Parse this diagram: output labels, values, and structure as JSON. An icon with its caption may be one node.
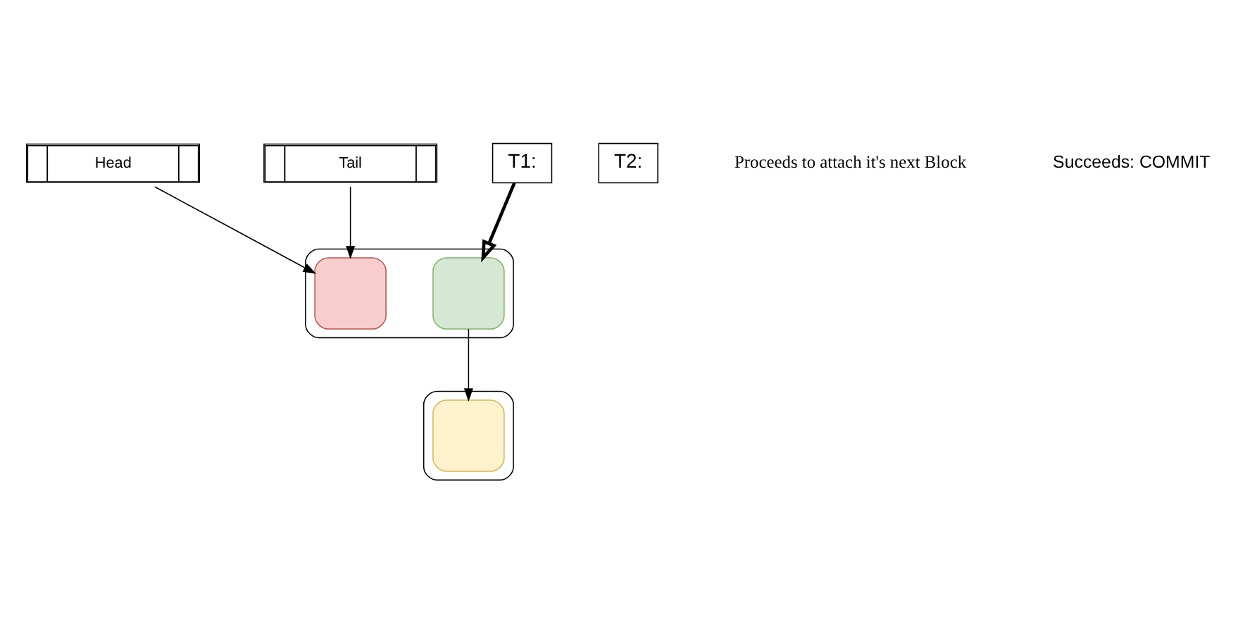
{
  "diagram": {
    "nodes": [
      {
        "text": [
          "Head"
        ]
      },
      {
        "text": [
          "Tail"
        ]
      },
      {
        "text": [
          "T1:"
        ]
      },
      {
        "text": [
          "T2:"
        ]
      },
      {
        "text": [],
        "shape": "box"
      },
      {
        "text": [],
        "shape": "box",
        "in": 4
      },
      {
        "text": [],
        "shape": "box",
        "in": 4
      },
      {
        "text": [],
        "shape": "box"
      },
      {
        "text": [],
        "shape": "box",
        "in": 7
      }
    ],
    "edges": [
      {
        "from": 0,
        "to": 5,
        "arrow": "to"
      },
      {
        "from": 1,
        "to": 5,
        "arrow": "to"
      },
      {
        "from": 2,
        "to": 6,
        "arrow": "to",
        "style": "thick"
      },
      {
        "from": 6,
        "to": 8,
        "arrow": "to"
      }
    ],
    "labels": [
      "Proceeds to attach it's next Block",
      "Succeeds: COMMIT"
    ]
  }
}
